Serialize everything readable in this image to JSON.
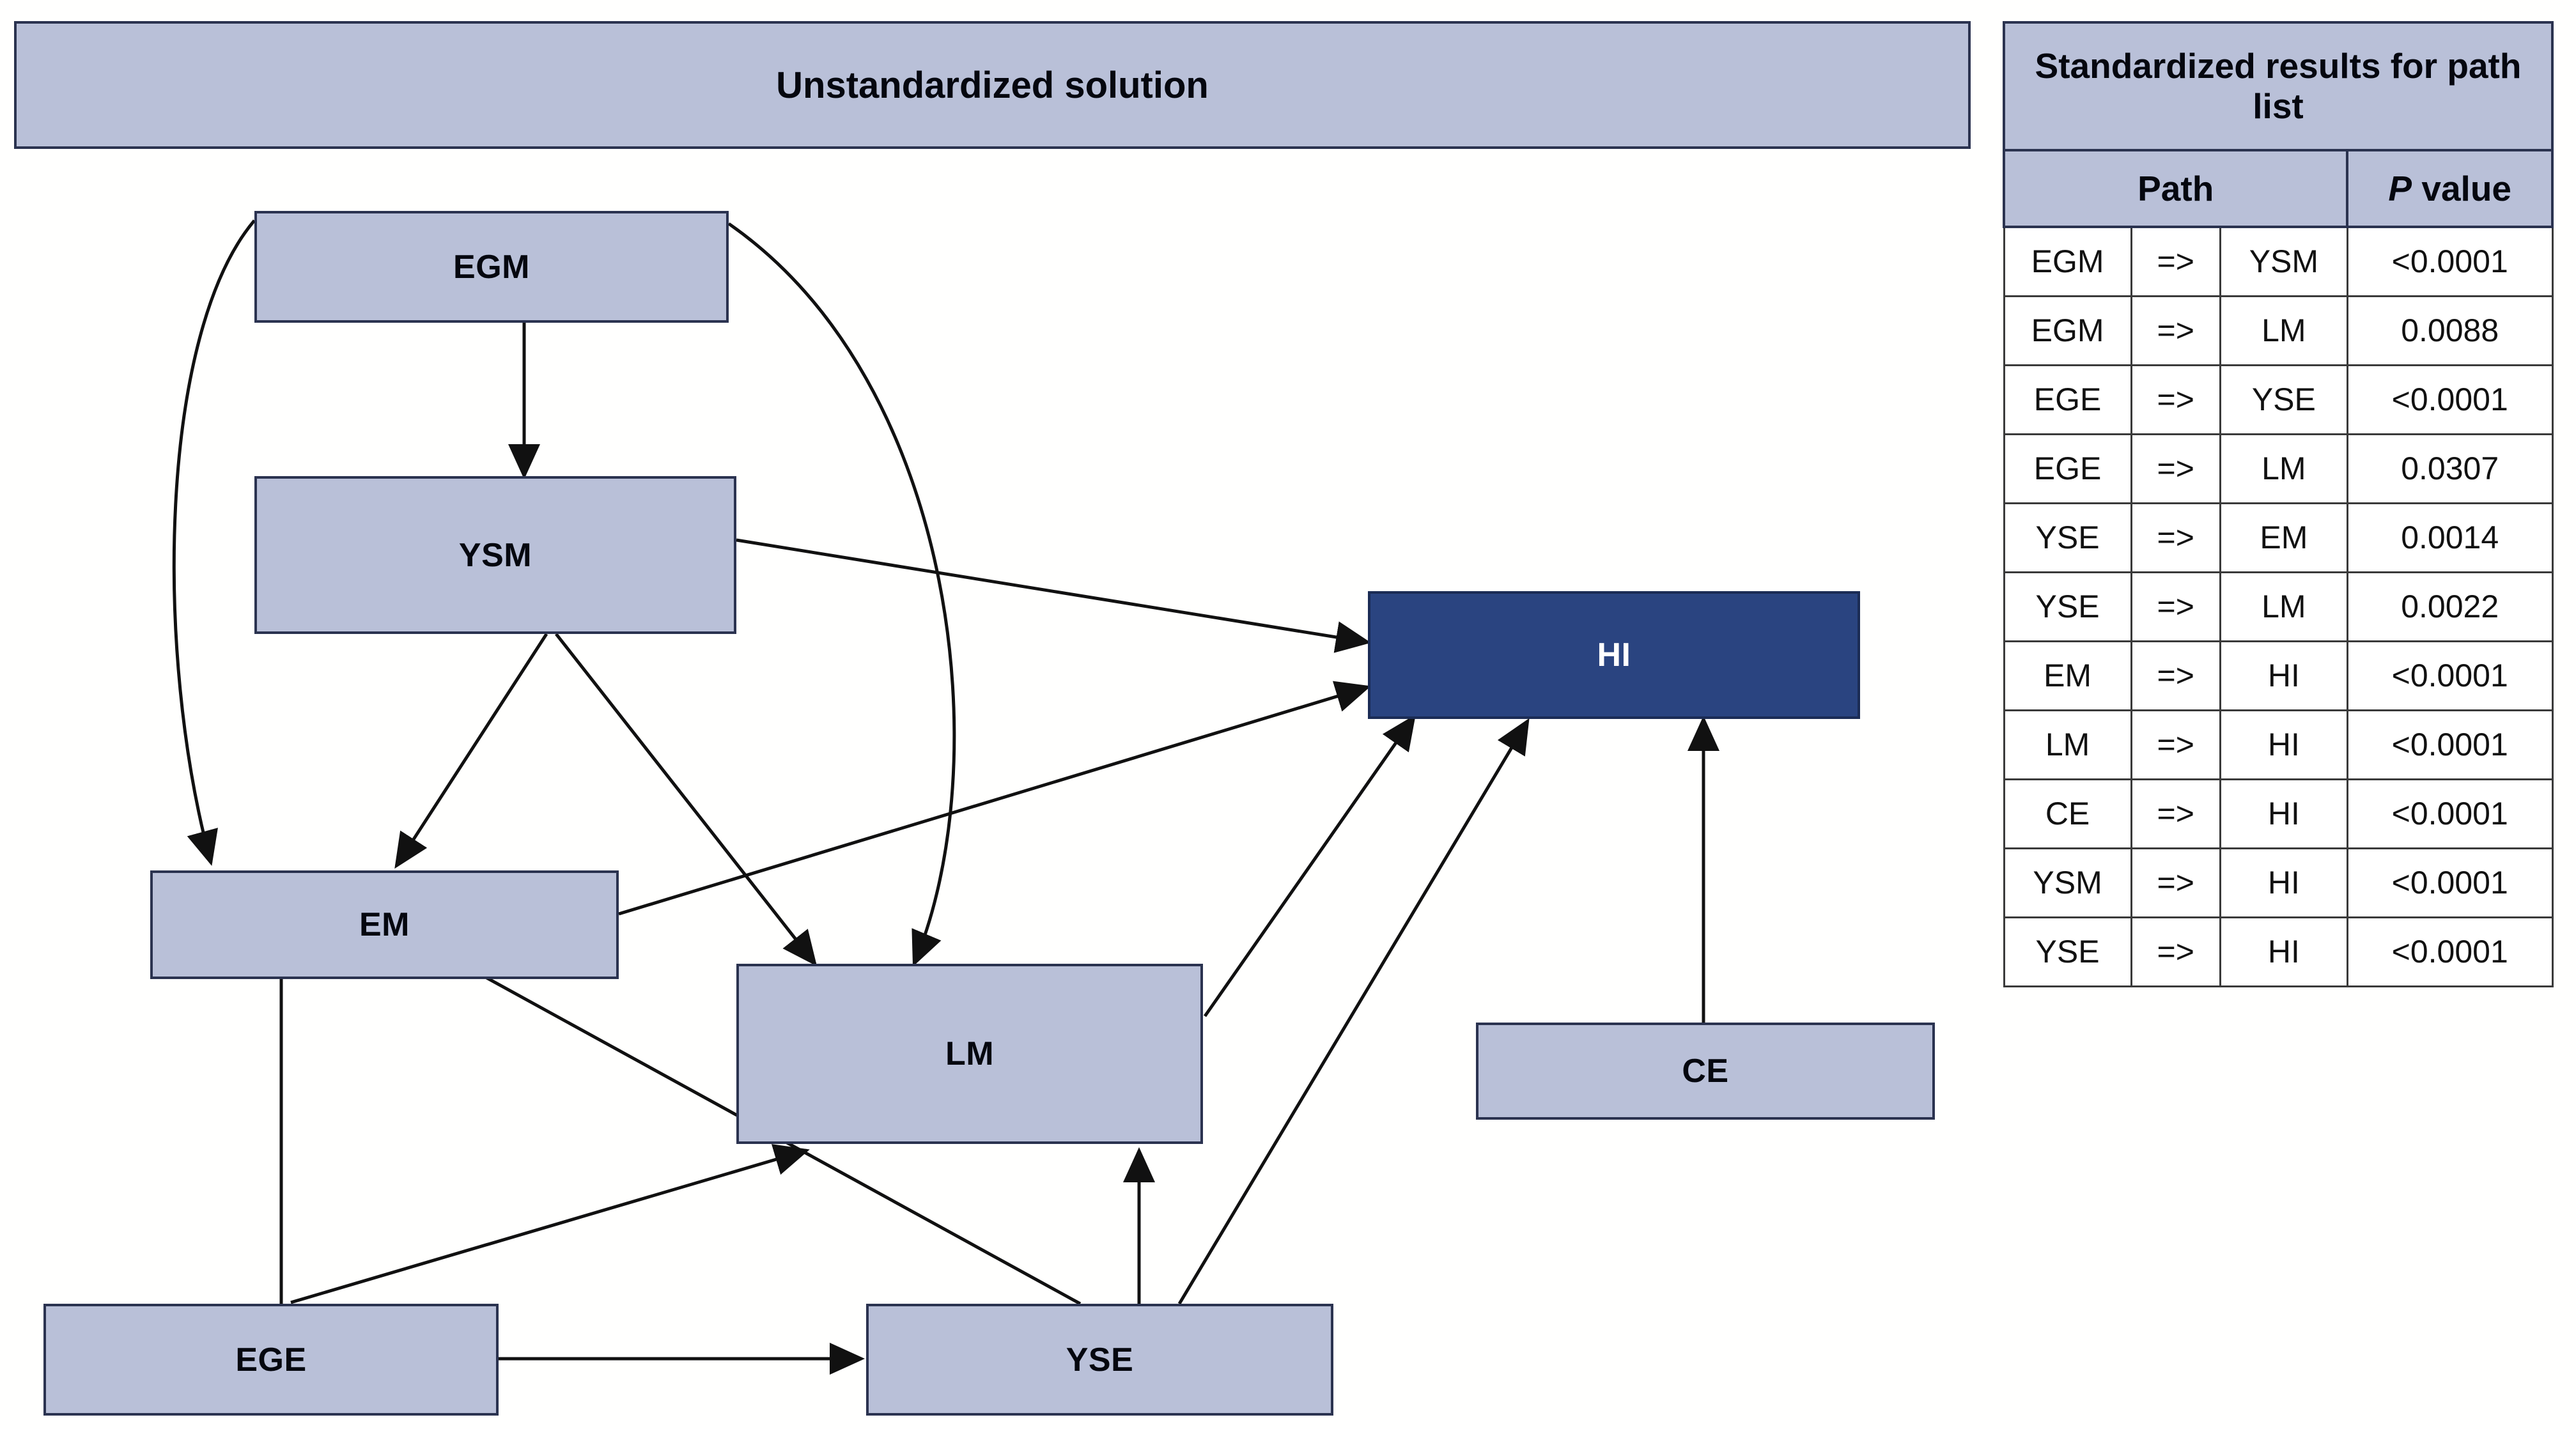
{
  "banner": {
    "title": "Unstandardized solution"
  },
  "table": {
    "title": "Standardized results for path list",
    "columns": {
      "path": "Path",
      "p_prefix": "P",
      "p_suffix": " value"
    },
    "rows": [
      {
        "from": "EGM",
        "arrow": "=>",
        "to": "YSM",
        "p": "<0.0001"
      },
      {
        "from": "EGM",
        "arrow": "=>",
        "to": "LM",
        "p": "0.0088"
      },
      {
        "from": "EGE",
        "arrow": "=>",
        "to": "YSE",
        "p": "<0.0001"
      },
      {
        "from": "EGE",
        "arrow": "=>",
        "to": "LM",
        "p": "0.0307"
      },
      {
        "from": "YSE",
        "arrow": "=>",
        "to": "EM",
        "p": "0.0014"
      },
      {
        "from": "YSE",
        "arrow": "=>",
        "to": "LM",
        "p": "0.0022"
      },
      {
        "from": "EM",
        "arrow": "=>",
        "to": "HI",
        "p": "<0.0001"
      },
      {
        "from": "LM",
        "arrow": "=>",
        "to": "HI",
        "p": "<0.0001"
      },
      {
        "from": "CE",
        "arrow": "=>",
        "to": "HI",
        "p": "<0.0001"
      },
      {
        "from": "YSM",
        "arrow": "=>",
        "to": "HI",
        "p": "<0.0001"
      },
      {
        "from": "YSE",
        "arrow": "=>",
        "to": "HI",
        "p": "<0.0001"
      }
    ]
  },
  "diagram": {
    "nodes": [
      {
        "id": "EGM",
        "label": "EGM"
      },
      {
        "id": "YSM",
        "label": "YSM"
      },
      {
        "id": "EM",
        "label": "EM"
      },
      {
        "id": "LM",
        "label": "LM"
      },
      {
        "id": "HI",
        "label": "HI"
      },
      {
        "id": "CE",
        "label": "CE"
      },
      {
        "id": "EGE",
        "label": "EGE"
      },
      {
        "id": "YSE",
        "label": "YSE"
      }
    ],
    "edges": [
      {
        "from": "EGM",
        "to": "YSM"
      },
      {
        "from": "EGM",
        "to": "EM"
      },
      {
        "from": "EGM",
        "to": "LM"
      },
      {
        "from": "YSM",
        "to": "EM"
      },
      {
        "from": "YSM",
        "to": "LM"
      },
      {
        "from": "YSM",
        "to": "HI"
      },
      {
        "from": "EM",
        "to": "HI"
      },
      {
        "from": "LM",
        "to": "HI"
      },
      {
        "from": "CE",
        "to": "HI"
      },
      {
        "from": "EGE",
        "to": "EM"
      },
      {
        "from": "EGE",
        "to": "LM"
      },
      {
        "from": "EGE",
        "to": "YSE"
      },
      {
        "from": "YSE",
        "to": "EM"
      },
      {
        "from": "YSE",
        "to": "LM"
      },
      {
        "from": "YSE",
        "to": "HI"
      }
    ]
  },
  "colors": {
    "node_fill": "#b9c0d8",
    "node_border": "#2b3350",
    "highlight_fill": "#2a4480",
    "highlight_text": "#ffffff",
    "background": "#ffffff"
  }
}
